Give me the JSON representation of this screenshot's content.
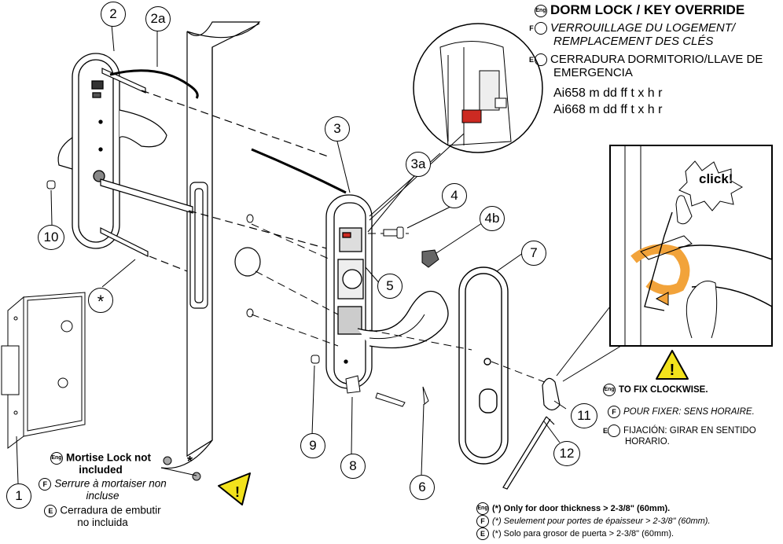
{
  "header": {
    "lang_eng": "Eng",
    "lang_f": "F",
    "lang_e": "E",
    "title_en": "DORM LOCK / KEY OVERRIDE",
    "title_fr": "VERROUILLAGE DU LOGEMENT/ REMPLACEMENT DES CLÉS",
    "title_es": "CERRADURA DORMITORIO/LLAVE DE EMERGENCIA",
    "model_1": "Ai658 m dd ff t x h r",
    "model_2": "Ai668 m dd ff t x h r"
  },
  "callouts": {
    "c1": "1",
    "c2": "2",
    "c2a": "2a",
    "c3": "3",
    "c3a": "3a",
    "c4": "4",
    "c4b": "4b",
    "c5": "5",
    "c6": "6",
    "c7": "7",
    "c8": "8",
    "c9": "9",
    "c10": "10",
    "c11": "11",
    "c12": "12",
    "star": "*"
  },
  "inset": {
    "click": "click!"
  },
  "fix_note": {
    "en": "TO FIX CLOCKWISE.",
    "fr": "POUR FIXER: SENS HORAIRE.",
    "es": "FIJACIÓN: GIRAR EN SENTIDO HORARIO."
  },
  "mortise_note": {
    "en": "Mortise Lock not included",
    "fr": "Serrure à mortaiser non incluse",
    "es": "Cerradura de embutir no incluida"
  },
  "thickness_note": {
    "en": "(*) Only for door thickness > 2-3/8\" (60mm).",
    "fr": "(*) Seulement pour portes de épaisseur > 2-3/8\" (60mm).",
    "es": "(*) Solo para grosor de puerta > 2-3/8\" (60mm)."
  },
  "door_mark": "*",
  "colors": {
    "warning_yellow": "#f2e21c",
    "highlight_orange": "#f2a33a",
    "wire_red": "#cc2a22"
  }
}
